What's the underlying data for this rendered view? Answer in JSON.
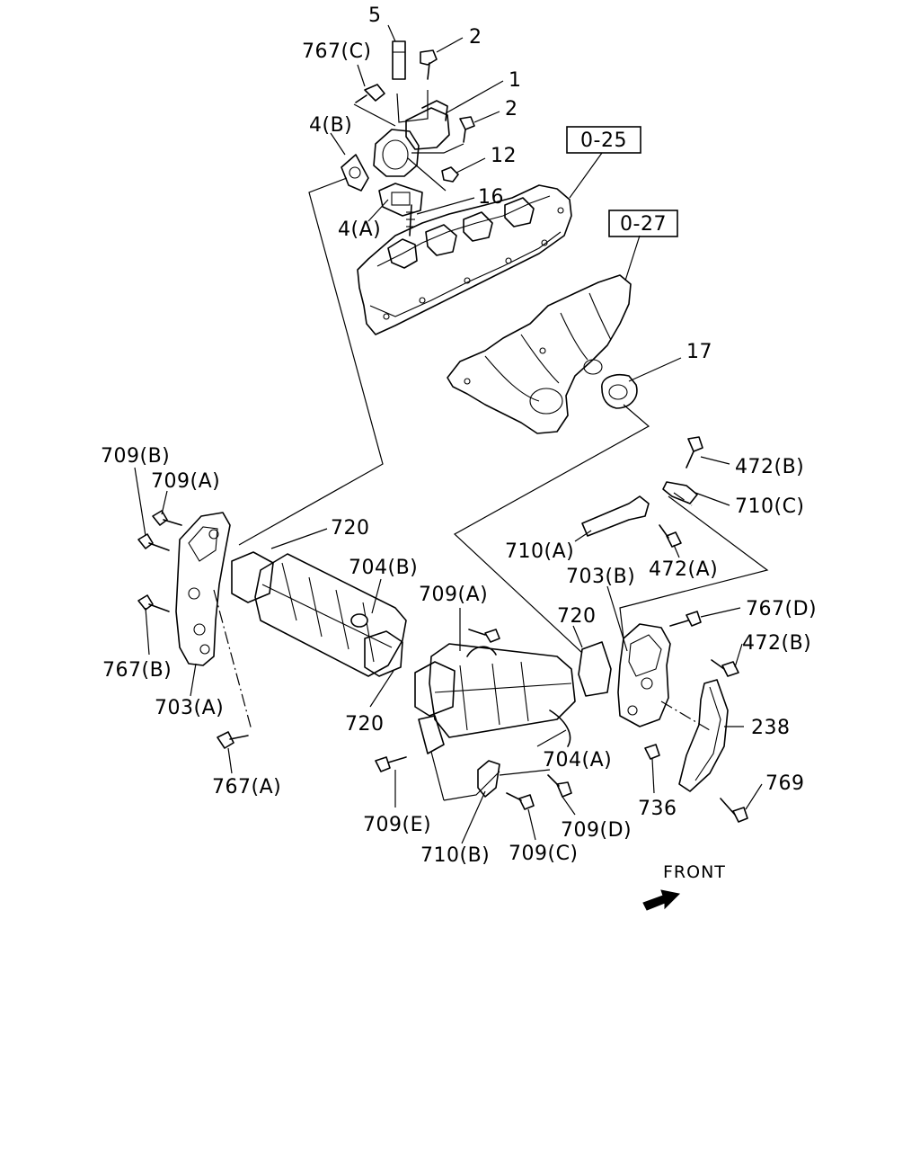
{
  "diagram": {
    "labels": {
      "p5": "5",
      "p2a": "2",
      "p767c": "767(C)",
      "p1": "1",
      "p2b": "2",
      "p4b": "4(B)",
      "p12": "12",
      "p16": "16",
      "p4a": "4(A)",
      "ref025": "0-25",
      "ref027": "0-27",
      "p17": "17",
      "p709b": "709(B)",
      "p709a_left": "709(A)",
      "p720_top": "720",
      "p704b": "704(B)",
      "p709a_mid": "709(A)",
      "p767b": "767(B)",
      "p703a": "703(A)",
      "p720_mid": "720",
      "p720_right": "720",
      "p767a": "767(A)",
      "p472b_top": "472(B)",
      "p710c": "710(C)",
      "p710a": "710(A)",
      "p472a": "472(A)",
      "p703b": "703(B)",
      "p767d": "767(D)",
      "p472b_mid": "472(B)",
      "p238": "238",
      "p704a": "704(A)",
      "p709e": "709(E)",
      "p709d": "709(D)",
      "p736": "736",
      "p769": "769",
      "p710b": "710(B)",
      "p709c": "709(C)",
      "front": "FRONT"
    }
  }
}
